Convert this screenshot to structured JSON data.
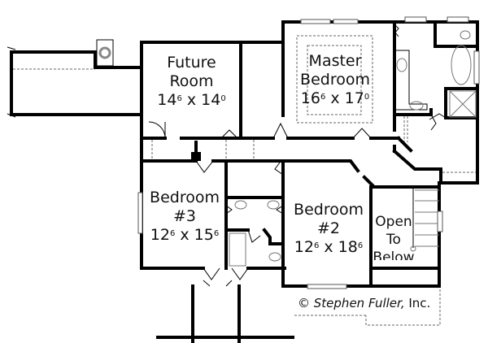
{
  "plan": {
    "rooms": [
      {
        "id": "future-room",
        "name_line1": "Future",
        "name_line2": "Room",
        "dim_a": "14",
        "dim_a_sup": "6",
        "dim_b": "14",
        "dim_b_sup": "0",
        "sep": "x"
      },
      {
        "id": "master-bedroom",
        "name_line1": "Master",
        "name_line2": "Bedroom",
        "dim_a": "16",
        "dim_a_sup": "6",
        "dim_b": "17",
        "dim_b_sup": "0",
        "sep": "x"
      },
      {
        "id": "bedroom-3",
        "name_line1": "Bedroom",
        "name_line2": "#3",
        "dim_a": "12",
        "dim_a_sup": "6",
        "dim_b": "15",
        "dim_b_sup": "6",
        "sep": "x"
      },
      {
        "id": "bedroom-2",
        "name_line1": "Bedroom",
        "name_line2": "#2",
        "dim_a": "12",
        "dim_a_sup": "6",
        "dim_b": "18",
        "dim_b_sup": "6",
        "sep": "x"
      }
    ],
    "open_area": {
      "line1": "Open",
      "line2": "To",
      "line3": "Below"
    },
    "copyright": {
      "symbol": "©",
      "name": "Stephen Fuller,",
      "suffix": "Inc."
    }
  }
}
